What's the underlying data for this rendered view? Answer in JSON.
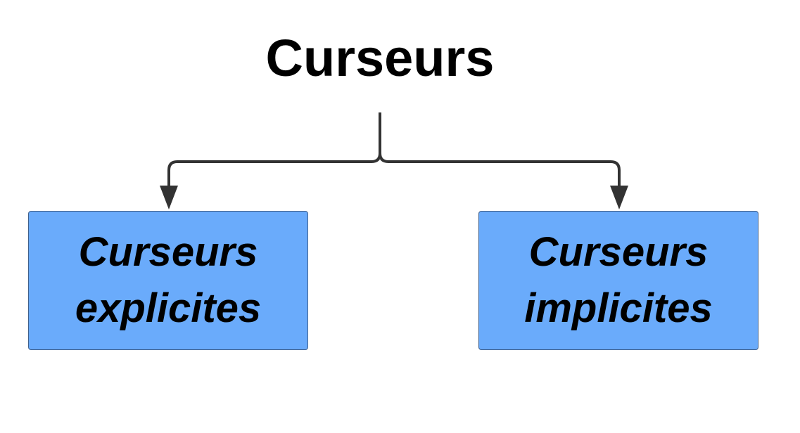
{
  "title": "Curseurs",
  "colors": {
    "box_fill": "#6aabfb",
    "connector": "#333333"
  },
  "nodes": [
    {
      "line1": "Curseurs",
      "line2": "explicites"
    },
    {
      "line1": "Curseurs",
      "line2": "implicites"
    }
  ]
}
